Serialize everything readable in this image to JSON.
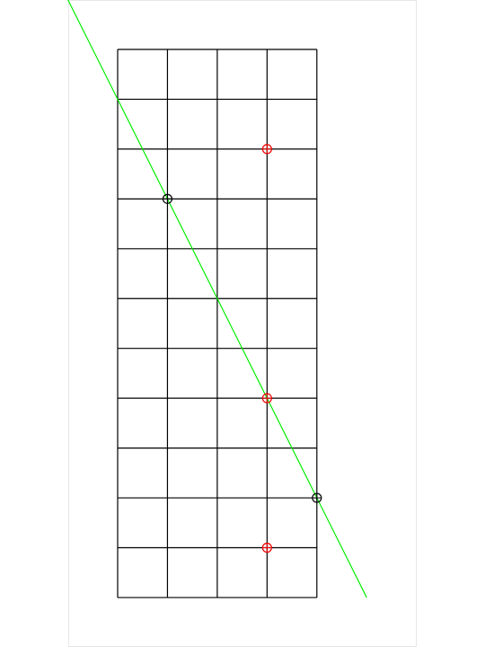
{
  "grid": {
    "cols": 4,
    "rows": 11,
    "line_color": "#000000"
  },
  "frame": {
    "border_color": "#e6e6e6"
  },
  "line": {
    "color": "#00ee00",
    "through": [
      [
        1,
        3
      ],
      [
        4,
        9
      ]
    ],
    "x_range": [
      -1,
      5
    ]
  },
  "black_markers": {
    "color": "#000000",
    "points": [
      [
        1,
        3
      ],
      [
        4,
        9
      ]
    ]
  },
  "red_markers": {
    "color": "#ee0000",
    "points": [
      [
        3,
        2
      ],
      [
        3,
        7
      ],
      [
        3,
        10
      ]
    ]
  }
}
